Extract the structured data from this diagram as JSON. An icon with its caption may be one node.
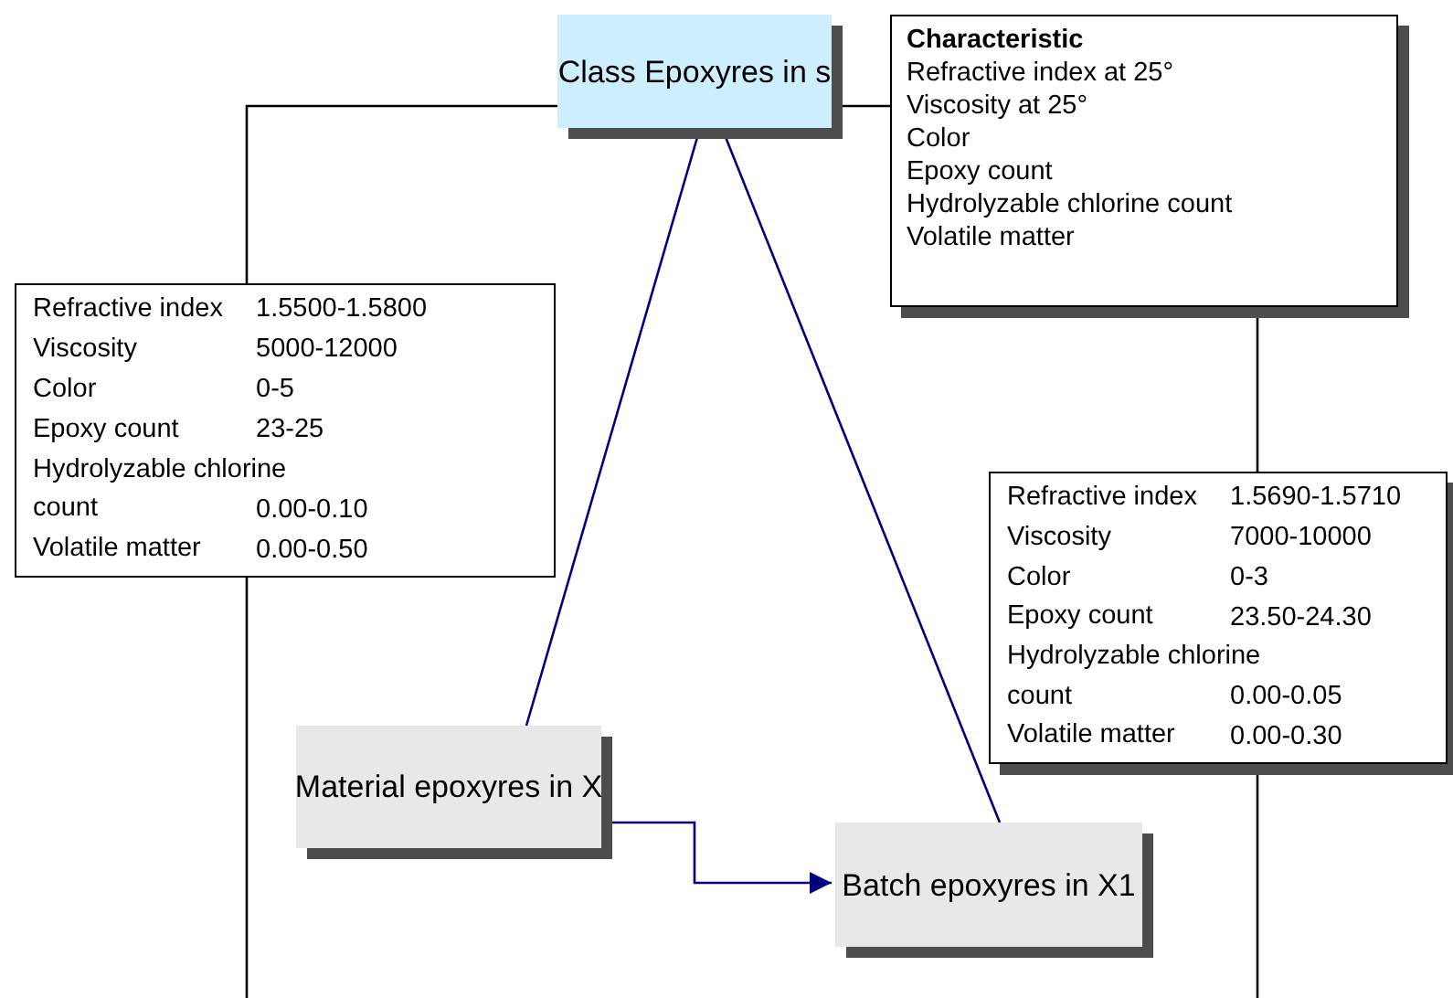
{
  "diagram": {
    "nodes": [
      {
        "text": [
          "Class Epoxyres in s"
        ]
      },
      {
        "text": [
          "Characteristic",
          "Refractive index at 25°",
          "Viscosity at 25°",
          "Color",
          "Epoxy count",
          "Hydrolyzable chlorine count",
          "Volatile matter"
        ]
      },
      {
        "text": [
          "Refractive index",
          "1.5500-1.5800",
          "Viscosity",
          "5000-12000",
          "Color",
          "0-5",
          "Epoxy count",
          "23-25",
          "Hydrolyzable chlorine count",
          "0.00-0.10",
          "Volatile matter",
          "0.00-0.50"
        ]
      },
      {
        "text": [
          "Refractive index",
          "1.5690-1.5710",
          "Viscosity",
          "7000-10000",
          "Color",
          "0-3",
          "Epoxy count",
          "23.50-24.30",
          "Hydrolyzable chlorine count",
          "0.00-0.05",
          "Volatile matter",
          "0.00-0.30"
        ]
      },
      {
        "text": [
          "Material epoxyres in X"
        ]
      },
      {
        "text": [
          "Batch epoxyres in X1"
        ]
      }
    ],
    "edges": [
      {
        "from": 0,
        "to": 2,
        "arrow": "none"
      },
      {
        "from": 0,
        "to": 1,
        "arrow": "none"
      },
      {
        "from": 1,
        "to": 3,
        "arrow": "none"
      },
      {
        "from": 0,
        "to": 4,
        "arrow": "none",
        "color": "#000080"
      },
      {
        "from": 0,
        "to": 5,
        "arrow": "none",
        "color": "#000080"
      },
      {
        "from": 4,
        "to": 5,
        "arrow": "to",
        "color": "#000080"
      },
      {
        "from": 2,
        "to": null,
        "arrow": "none"
      },
      {
        "from": 3,
        "to": null,
        "arrow": "none"
      }
    ]
  }
}
